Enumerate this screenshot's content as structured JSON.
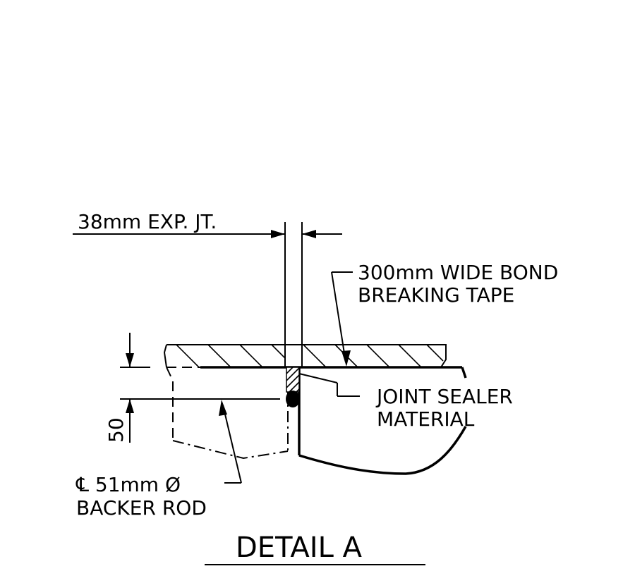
{
  "labels": {
    "expansion_joint": "38mm EXP. JT.",
    "tape_line1": "300mm WIDE BOND",
    "tape_line2": "BREAKING TAPE",
    "sealer_line1": "JOINT SEALER",
    "sealer_line2": "MATERIAL",
    "dimension_depth": "50",
    "backer_line1": "℄ 51mm Ø",
    "backer_line2": "BACKER ROD",
    "title": "DETAIL A"
  }
}
